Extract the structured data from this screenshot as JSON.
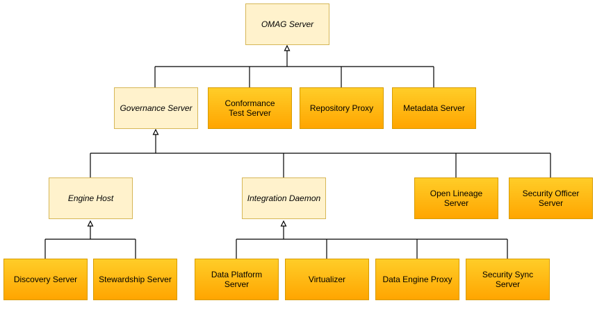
{
  "nodes": {
    "omag": "OMAG Server",
    "governance": "Governance Server",
    "conformance": "Conformance\nTest Server",
    "repo_proxy": "Repository Proxy",
    "metadata": "Metadata Server",
    "engine_host": "Engine Host",
    "integration": "Integration Daemon",
    "open_lineage": "Open Lineage\nServer",
    "security_officer": "Security Officer\nServer",
    "discovery": "Discovery Server",
    "stewardship": "Stewardship Server",
    "data_platform": "Data Platform\nServer",
    "virtualizer": "Virtualizer",
    "data_engine": "Data Engine Proxy",
    "security_sync": "Security Sync\nServer"
  },
  "colors": {
    "abstract_fill": "#fff2cc",
    "concrete_fill_top": "#ffcd28",
    "concrete_fill_bottom": "#ffa500",
    "line": "#000000"
  }
}
